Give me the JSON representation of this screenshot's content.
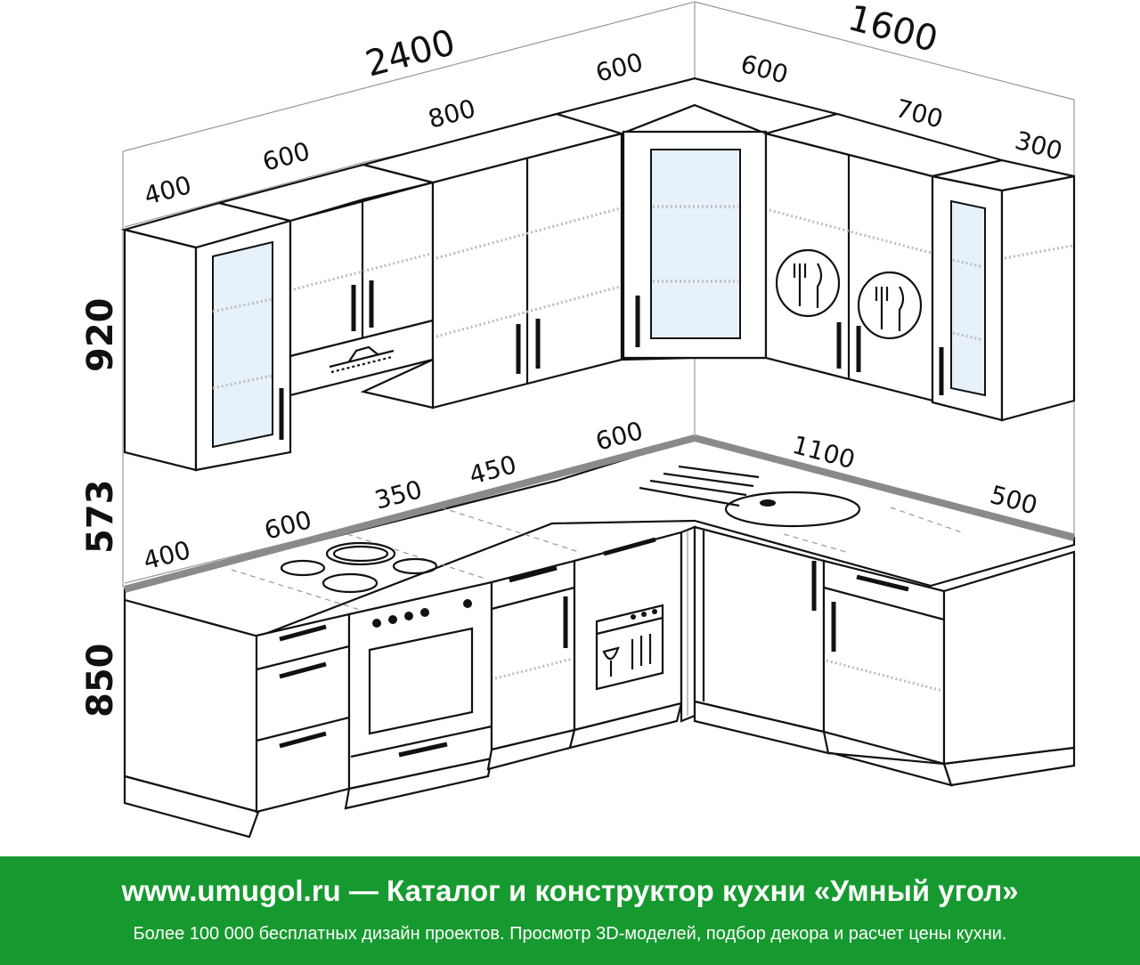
{
  "banner": {
    "title": "www.umugol.ru — Каталог и конструктор кухни «Умный угол»",
    "subtitle": "Более 100 000 бесплатных дизайн проектов. Просмотр 3D-моделей, подбор декора и расчет цены кухни.",
    "background": "#169a2f"
  },
  "dimensions": {
    "overall_left": "2400",
    "overall_right": "1600",
    "upper_left": [
      "400",
      "600",
      "800",
      "600"
    ],
    "upper_corner": "600",
    "upper_right": [
      "700",
      "300"
    ],
    "lower_left": [
      "400",
      "600",
      "350",
      "450",
      "600"
    ],
    "lower_right": [
      "1100",
      "500"
    ],
    "height_upper": "920",
    "height_gap": "573",
    "height_lower": "850"
  },
  "colors": {
    "line": "#111111",
    "glass": "#e6f1fa",
    "countertop_edge": "#8a8a8a",
    "shelf": "#bbbbbb"
  },
  "icons": [
    "range-hood-icon",
    "cooktop-burners-icon",
    "oven-icon",
    "sink-icon",
    "dishwasher-icon",
    "cutlery-plate-icon"
  ]
}
